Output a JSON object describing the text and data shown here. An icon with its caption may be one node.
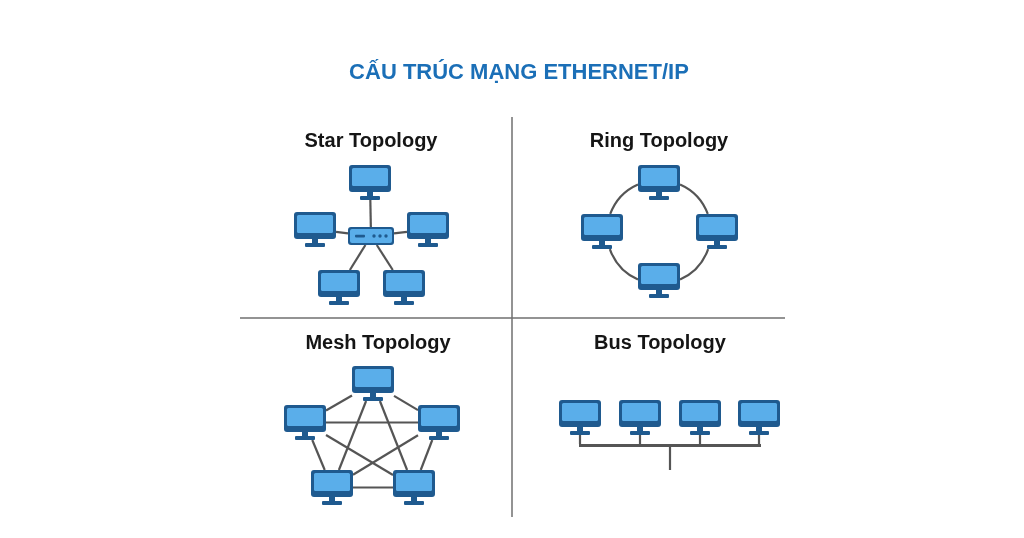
{
  "diagram": {
    "title": "CẤU TRÚC MẠNG ETHERNET/IP",
    "nodes": [
      {
        "text": [],
        "shape": "picture"
      },
      {
        "text": [],
        "shape": "picture"
      },
      {
        "text": [],
        "shape": "picture"
      },
      {
        "text": [],
        "shape": "picture"
      },
      {
        "text": [],
        "shape": "picture"
      },
      {
        "text": [],
        "shape": "picture"
      },
      {
        "text": [],
        "shape": "picture"
      },
      {
        "text": [],
        "shape": "picture"
      },
      {
        "text": [],
        "shape": "picture"
      },
      {
        "text": [],
        "shape": "picture"
      },
      {
        "text": [],
        "shape": "picture"
      },
      {
        "text": [],
        "shape": "picture"
      },
      {
        "text": [],
        "shape": "picture"
      },
      {
        "text": [],
        "shape": "picture"
      },
      {
        "text": [],
        "shape": "picture"
      },
      {
        "text": [],
        "shape": "picture"
      },
      {
        "text": [],
        "shape": "picture"
      },
      {
        "text": [],
        "shape": "picture"
      },
      {
        "text": [],
        "shape": "picture"
      },
      {
        "text": [],
        "shape": "bar"
      }
    ],
    "edges": [
      {
        "from": 2,
        "to": 0,
        "arrow": "none"
      },
      {
        "from": 2,
        "to": 1,
        "arrow": "none"
      },
      {
        "from": 2,
        "to": 3,
        "arrow": "none"
      },
      {
        "from": 2,
        "to": 4,
        "arrow": "none"
      },
      {
        "from": 2,
        "to": 5,
        "arrow": "none"
      },
      {
        "from": 6,
        "to": 8,
        "arrow": "none"
      },
      {
        "from": 8,
        "to": 9,
        "arrow": "none"
      },
      {
        "from": 9,
        "to": 7,
        "arrow": "none"
      },
      {
        "from": 7,
        "to": 6,
        "arrow": "none"
      },
      {
        "from": 10,
        "to": 11,
        "arrow": "none"
      },
      {
        "from": 10,
        "to": 12,
        "arrow": "none"
      },
      {
        "from": 10,
        "to": 13,
        "arrow": "none"
      },
      {
        "from": 10,
        "to": 14,
        "arrow": "none"
      },
      {
        "from": 11,
        "to": 12,
        "arrow": "none"
      },
      {
        "from": 11,
        "to": 13,
        "arrow": "none"
      },
      {
        "from": 11,
        "to": 14,
        "arrow": "none"
      },
      {
        "from": 12,
        "to": 13,
        "arrow": "none"
      },
      {
        "from": 12,
        "to": 14,
        "arrow": "none"
      },
      {
        "from": 13,
        "to": 14,
        "arrow": "none"
      },
      {
        "from": 15,
        "to": 19,
        "arrow": "none"
      },
      {
        "from": 16,
        "to": 19,
        "arrow": "none"
      },
      {
        "from": 17,
        "to": 19,
        "arrow": "none"
      },
      {
        "from": 18,
        "to": 19,
        "arrow": "none"
      },
      {
        "from": 19,
        "to": null,
        "arrow": "none"
      }
    ],
    "labels": [
      "Star Topology",
      "Ring Topology",
      "Mesh Topology",
      "Bus Topology"
    ]
  }
}
